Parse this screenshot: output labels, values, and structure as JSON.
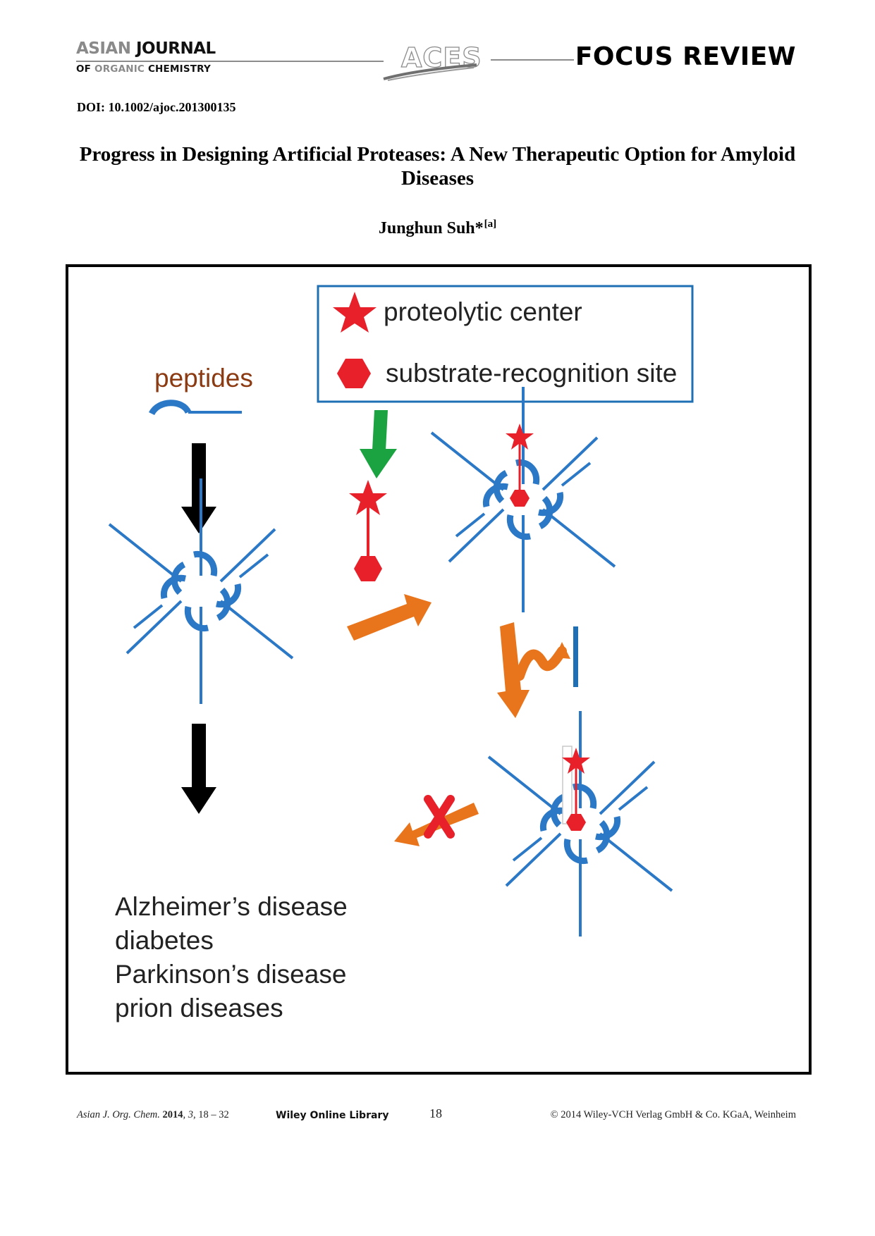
{
  "header": {
    "journal_line1_part1": "ASIAN",
    "journal_line1_part2": "JOURNAL",
    "journal_line2_part1": "OF",
    "journal_line2_part2": "ORGANIC",
    "journal_line2_part3": "CHEMISTRY",
    "logo": "ACES",
    "section": "FOCUS REVIEW"
  },
  "doi": "DOI: 10.1002/ajoc.201300135",
  "title": "Progress in Designing Artificial Proteases: A New Therapeutic Option for Amyloid Diseases",
  "author": {
    "name": "Junghun Suh",
    "marker": "*",
    "affiliation": "[a]"
  },
  "figure": {
    "legend": {
      "star_label": "proteolytic center",
      "hexagon_label": "substrate-recognition site"
    },
    "peptides_label": "peptides",
    "diseases": [
      "Alzheimer’s disease",
      "diabetes",
      "Parkinson’s disease",
      "prion diseases"
    ],
    "colors": {
      "frame": "#000000",
      "legend_border": "#1f6fb5",
      "aggregate": "#2b78c6",
      "peptides_label": "#8b3a12",
      "proteolytic": "#e8202a",
      "arrow_black": "#000000",
      "arrow_green": "#1aa340",
      "arrow_orange": "#e8741c",
      "cross": "#e8202a"
    },
    "icons": [
      "star-icon",
      "hexagon-icon",
      "cross-icon"
    ]
  },
  "footer": {
    "journal_abbrev": "Asian J. Org. Chem.",
    "year": "2014",
    "volume": "3",
    "pages": ", 18 – 32",
    "library": "Wiley Online Library",
    "page_number": "18",
    "copyright": "© 2014 Wiley-VCH Verlag GmbH & Co. KGaA, Weinheim"
  }
}
